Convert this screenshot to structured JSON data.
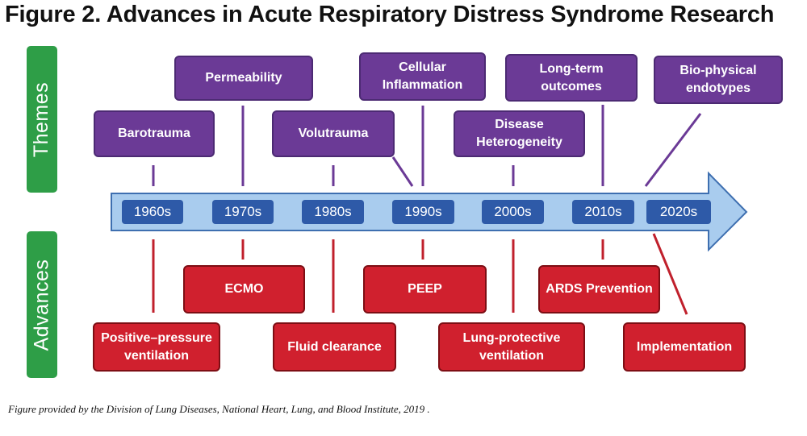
{
  "title": "Figure 2. Advances in Acute Respiratory Distress Syndrome Research",
  "side_labels": {
    "themes": "Themes",
    "advances": "Advances"
  },
  "decades": [
    "1960s",
    "1970s",
    "1980s",
    "1990s",
    "2000s",
    "2010s",
    "2020s"
  ],
  "themes": [
    {
      "label": "Barotrauma"
    },
    {
      "label": "Permeability"
    },
    {
      "label": "Volutrauma"
    },
    {
      "label": "Cellular Inflammation"
    },
    {
      "label": "Disease Heterogeneity"
    },
    {
      "label": "Long-term outcomes"
    },
    {
      "label": "Bio-physical endotypes"
    }
  ],
  "advances": [
    {
      "label": "Positive–pressure ventilation"
    },
    {
      "label": "ECMO"
    },
    {
      "label": "Fluid clearance"
    },
    {
      "label": "PEEP"
    },
    {
      "label": "Lung-protective ventilation"
    },
    {
      "label": "ARDS Prevention"
    },
    {
      "label": "Implementation"
    }
  ],
  "caption": "Figure provided by the Division of Lung Diseases, National Heart, Lung, and Blood Institute, 2019 .",
  "colors": {
    "theme_box": "#6b3a96",
    "advance_box": "#d0202e",
    "side_label": "#2e9e47",
    "arrow_fill": "#a9ccee",
    "arrow_stroke": "#3e6fb0",
    "decade_box": "#2e5aa8",
    "theme_line": "#6b3a96",
    "advance_line": "#c0202c"
  }
}
